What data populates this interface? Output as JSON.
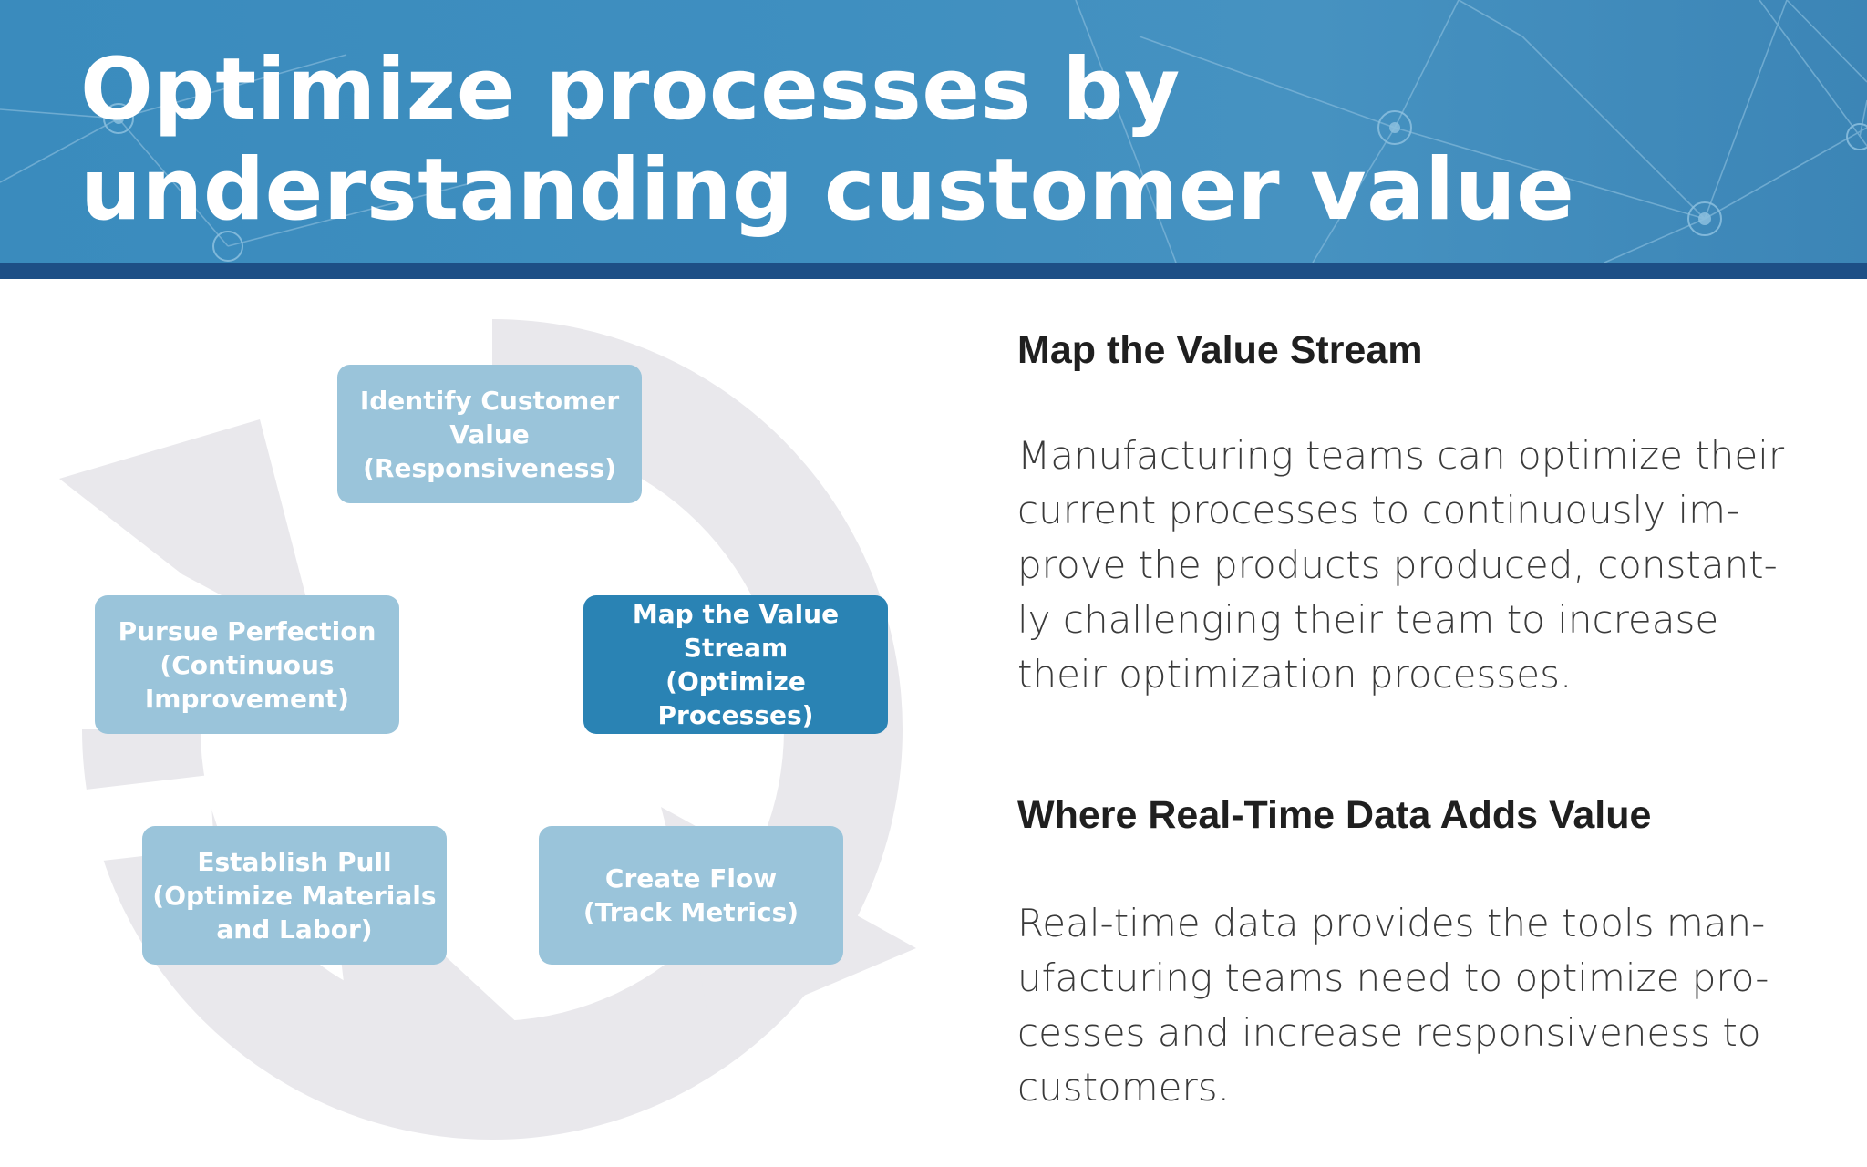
{
  "header": {
    "title_line1": "Optimize processes by",
    "title_line2": "understanding customer value",
    "background_color": "#3f8fc0",
    "band_color": "#1d4f86"
  },
  "diagram": {
    "arrow_color": "#e9e8ec",
    "node_color": "#9ac4da",
    "active_node_color": "#2a83b4",
    "nodes": [
      {
        "lines": [
          "Identify Customer",
          "Value",
          "(Responsiveness)"
        ],
        "active": false
      },
      {
        "lines": [
          "Map the Value",
          "Stream",
          "(Optimize Processes)"
        ],
        "active": true
      },
      {
        "lines": [
          "Create Flow",
          "(Track Metrics)"
        ],
        "active": false
      },
      {
        "lines": [
          "Establish Pull",
          "(Optimize Materials",
          "and Labor)"
        ],
        "active": false
      },
      {
        "lines": [
          "Pursue Perfection",
          "(Continuous",
          "Improvement)"
        ],
        "active": false
      }
    ]
  },
  "sections": [
    {
      "heading": "Map the Value Stream",
      "body_lines": [
        "Manufacturing teams can optimize their",
        "current processes to continuously im-",
        "prove the products produced, constant-",
        "ly challenging their team to increase",
        "their optimization processes."
      ]
    },
    {
      "heading": "Where Real-Time Data Adds Value",
      "body_lines": [
        "Real-time data provides the tools man-",
        "ufacturing teams need to optimize pro-",
        "cesses and increase responsiveness to",
        "customers."
      ]
    }
  ]
}
